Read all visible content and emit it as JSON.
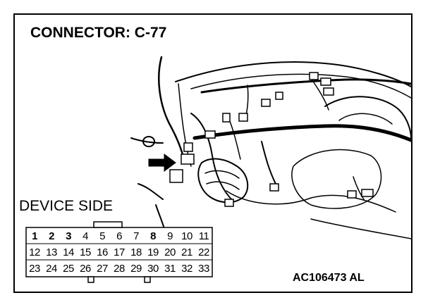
{
  "diagram": {
    "title": "CONNECTOR: C-77",
    "side_label": "DEVICE SIDE",
    "figure_code": "AC106473 AL",
    "connector": {
      "rows": [
        [
          "1",
          "2",
          "3",
          "4",
          "5",
          "6",
          "7",
          "8",
          "9",
          "10",
          "11"
        ],
        [
          "12",
          "13",
          "14",
          "15",
          "16",
          "17",
          "18",
          "19",
          "20",
          "21",
          "22"
        ],
        [
          "23",
          "24",
          "25",
          "26",
          "27",
          "28",
          "29",
          "30",
          "31",
          "32",
          "33"
        ]
      ],
      "bold_pins": [
        "1",
        "2",
        "3",
        "8"
      ]
    }
  }
}
